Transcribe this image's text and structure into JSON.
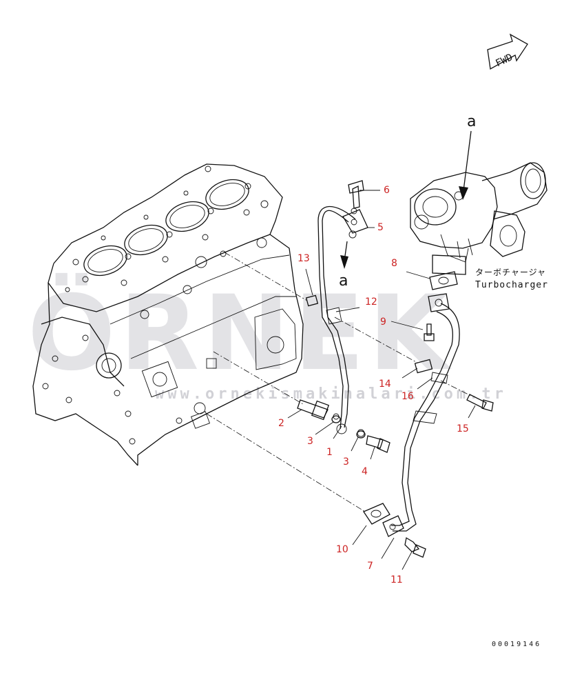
{
  "watermark": {
    "brand": "ÖRNEK",
    "url": "www.ornekismakinalari.com.tr"
  },
  "direction_marker": {
    "text": "FWD"
  },
  "view_marker": {
    "letter_top": "a",
    "letter_pipe": "a"
  },
  "turbocharger": {
    "label_jp": "ターボチャージャ",
    "label_en": "Turbocharger"
  },
  "callouts": [
    "1",
    "2",
    "3",
    "3",
    "4",
    "5",
    "6",
    "7",
    "8",
    "9",
    "10",
    "11",
    "12",
    "13",
    "14",
    "15",
    "16"
  ],
  "document_number": "00019146",
  "colors": {
    "callout": "#cc2222",
    "line": "#111111",
    "watermark": "#9a9aa4"
  }
}
